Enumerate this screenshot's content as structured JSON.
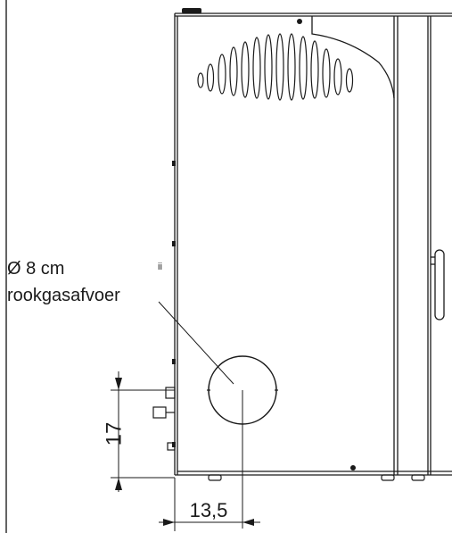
{
  "diagram": {
    "flue_label_line1": "Ø 8 cm",
    "flue_label_line2": "rookgasafvoer",
    "dim_height": "17",
    "dim_width": "13,5",
    "small_mark": "ii"
  }
}
